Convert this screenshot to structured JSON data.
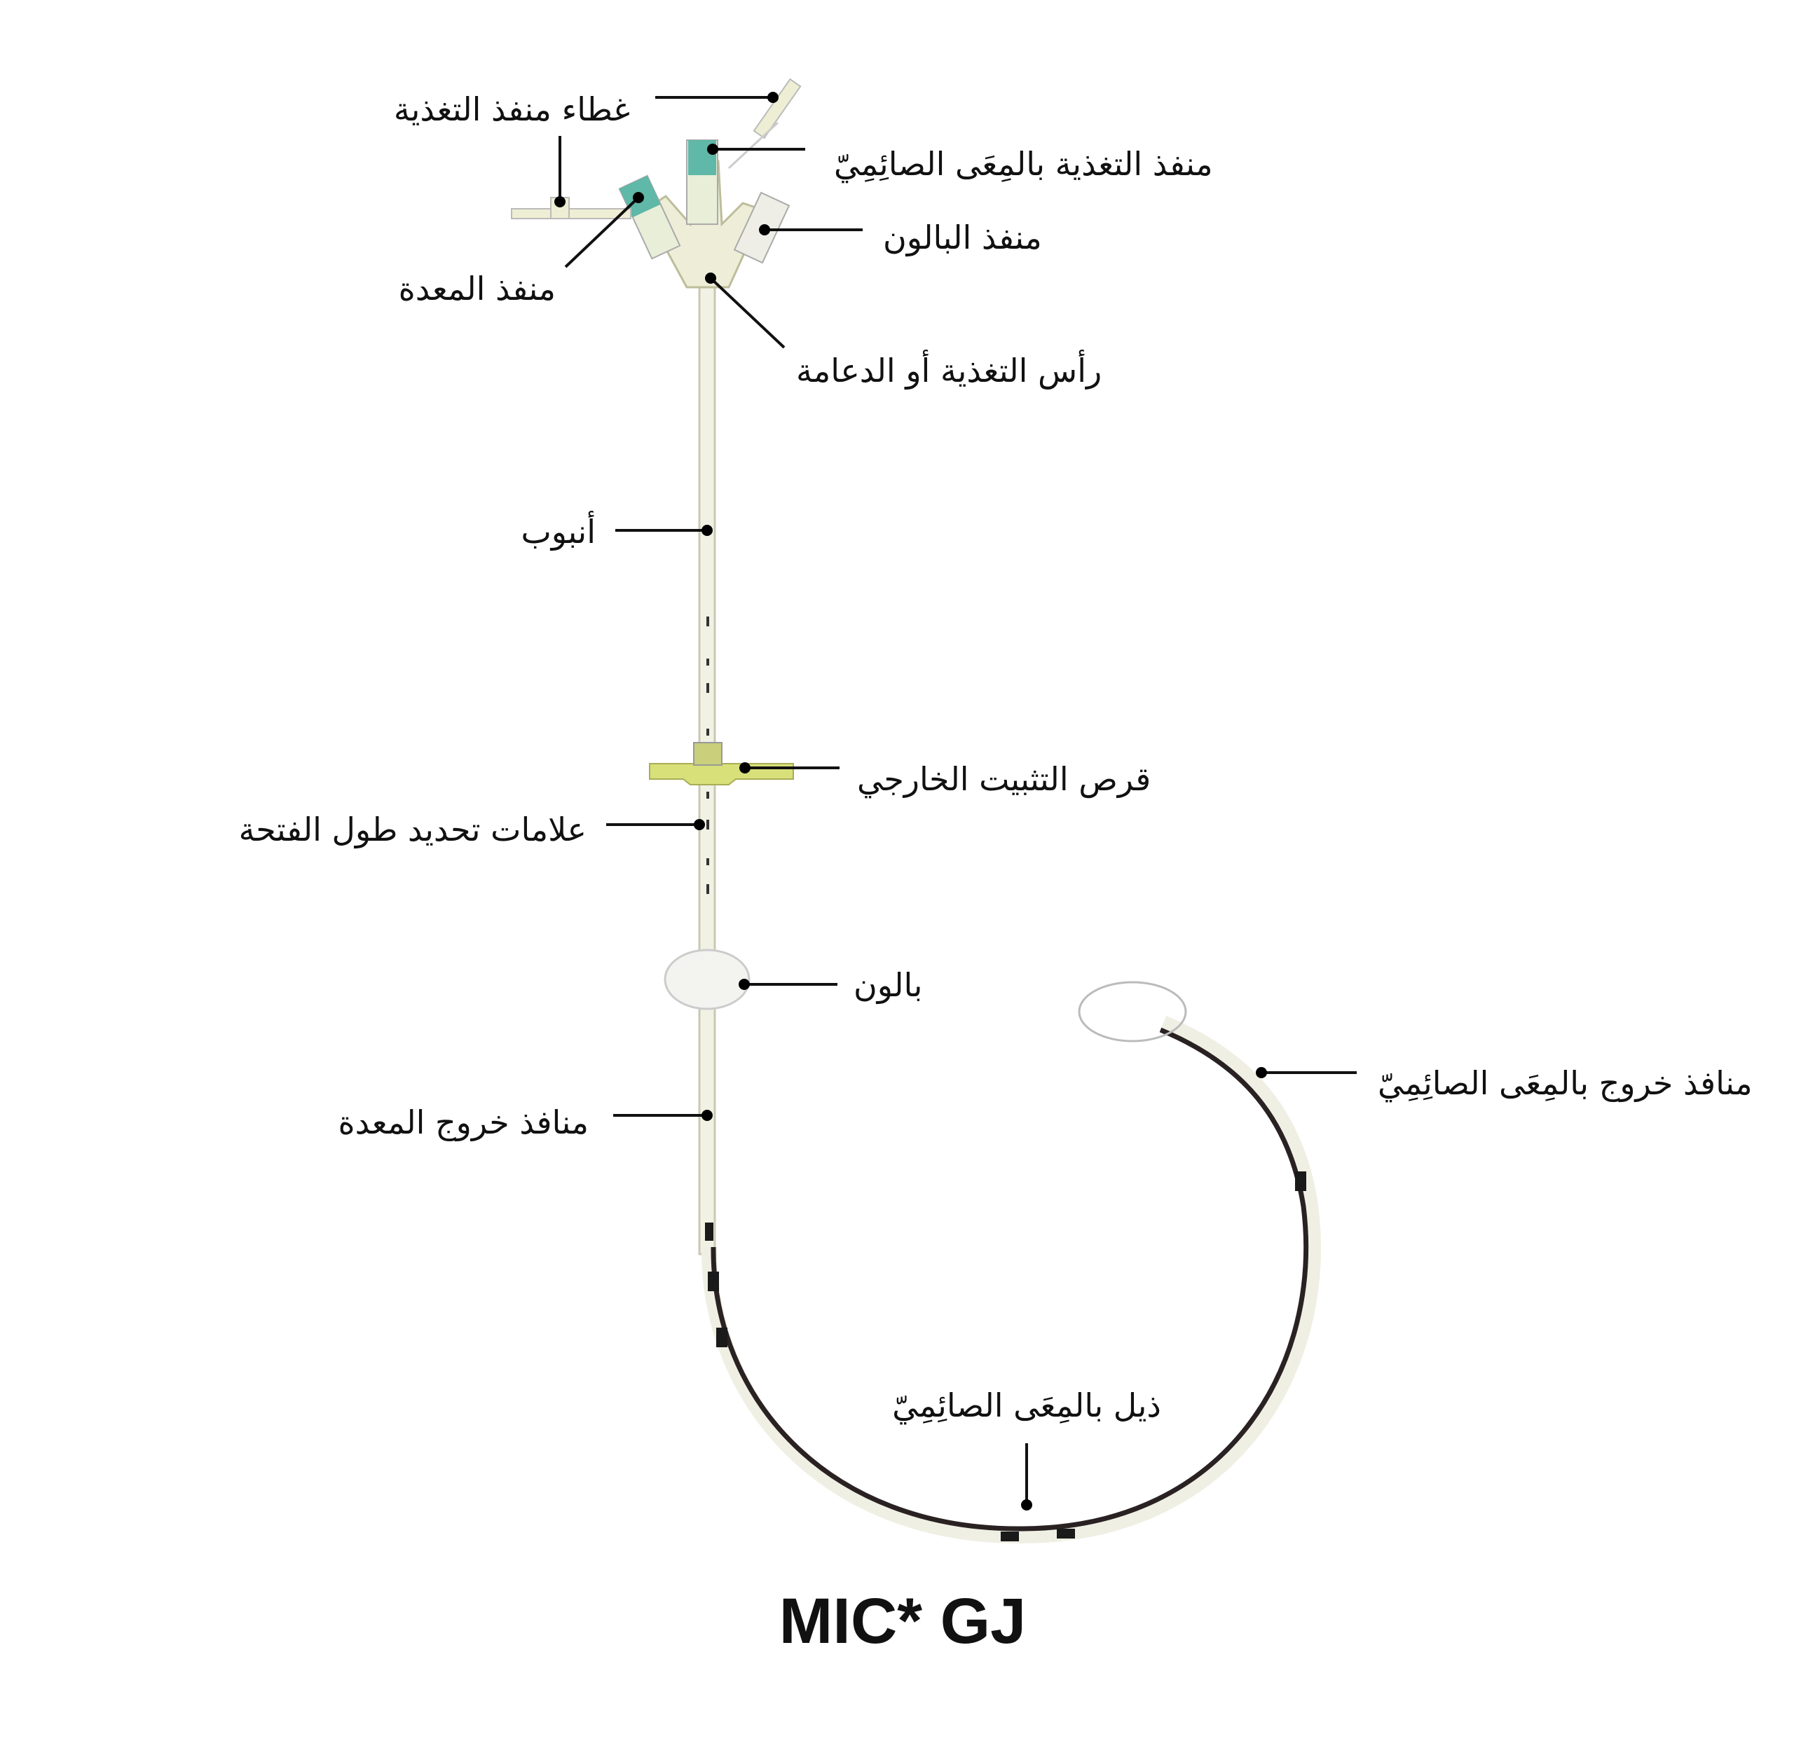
{
  "labels": {
    "feeding_port_cap": "غطاء منفذ التغذية",
    "jejunal_feeding_port": "منفذ التغذية بالمِعَى الصائِمِيّ",
    "balloon_port": "منفذ البالون",
    "gastric_port": "منفذ المعدة",
    "feeding_head": "رأس التغذية أو الدعامة",
    "tube": "أنبوب",
    "external_disc": "قرص التثبيت الخارجي",
    "stoma_markings": "علامات تحديد طول الفتحة",
    "balloon": "بالون",
    "gastric_exit_ports": "منافذ خروج المعدة",
    "jejunal_exit_ports": "منافذ خروج بالمِعَى الصائِمِيّ",
    "jejunal_tail": "ذيل  بالمِعَى الصائِمِيّ"
  },
  "title": "MIC* GJ",
  "colors": {
    "ports_teal": "#5fb8a8",
    "tube": "#eeeedd",
    "disc": "#d8e07a",
    "tail": "#2a2222"
  }
}
